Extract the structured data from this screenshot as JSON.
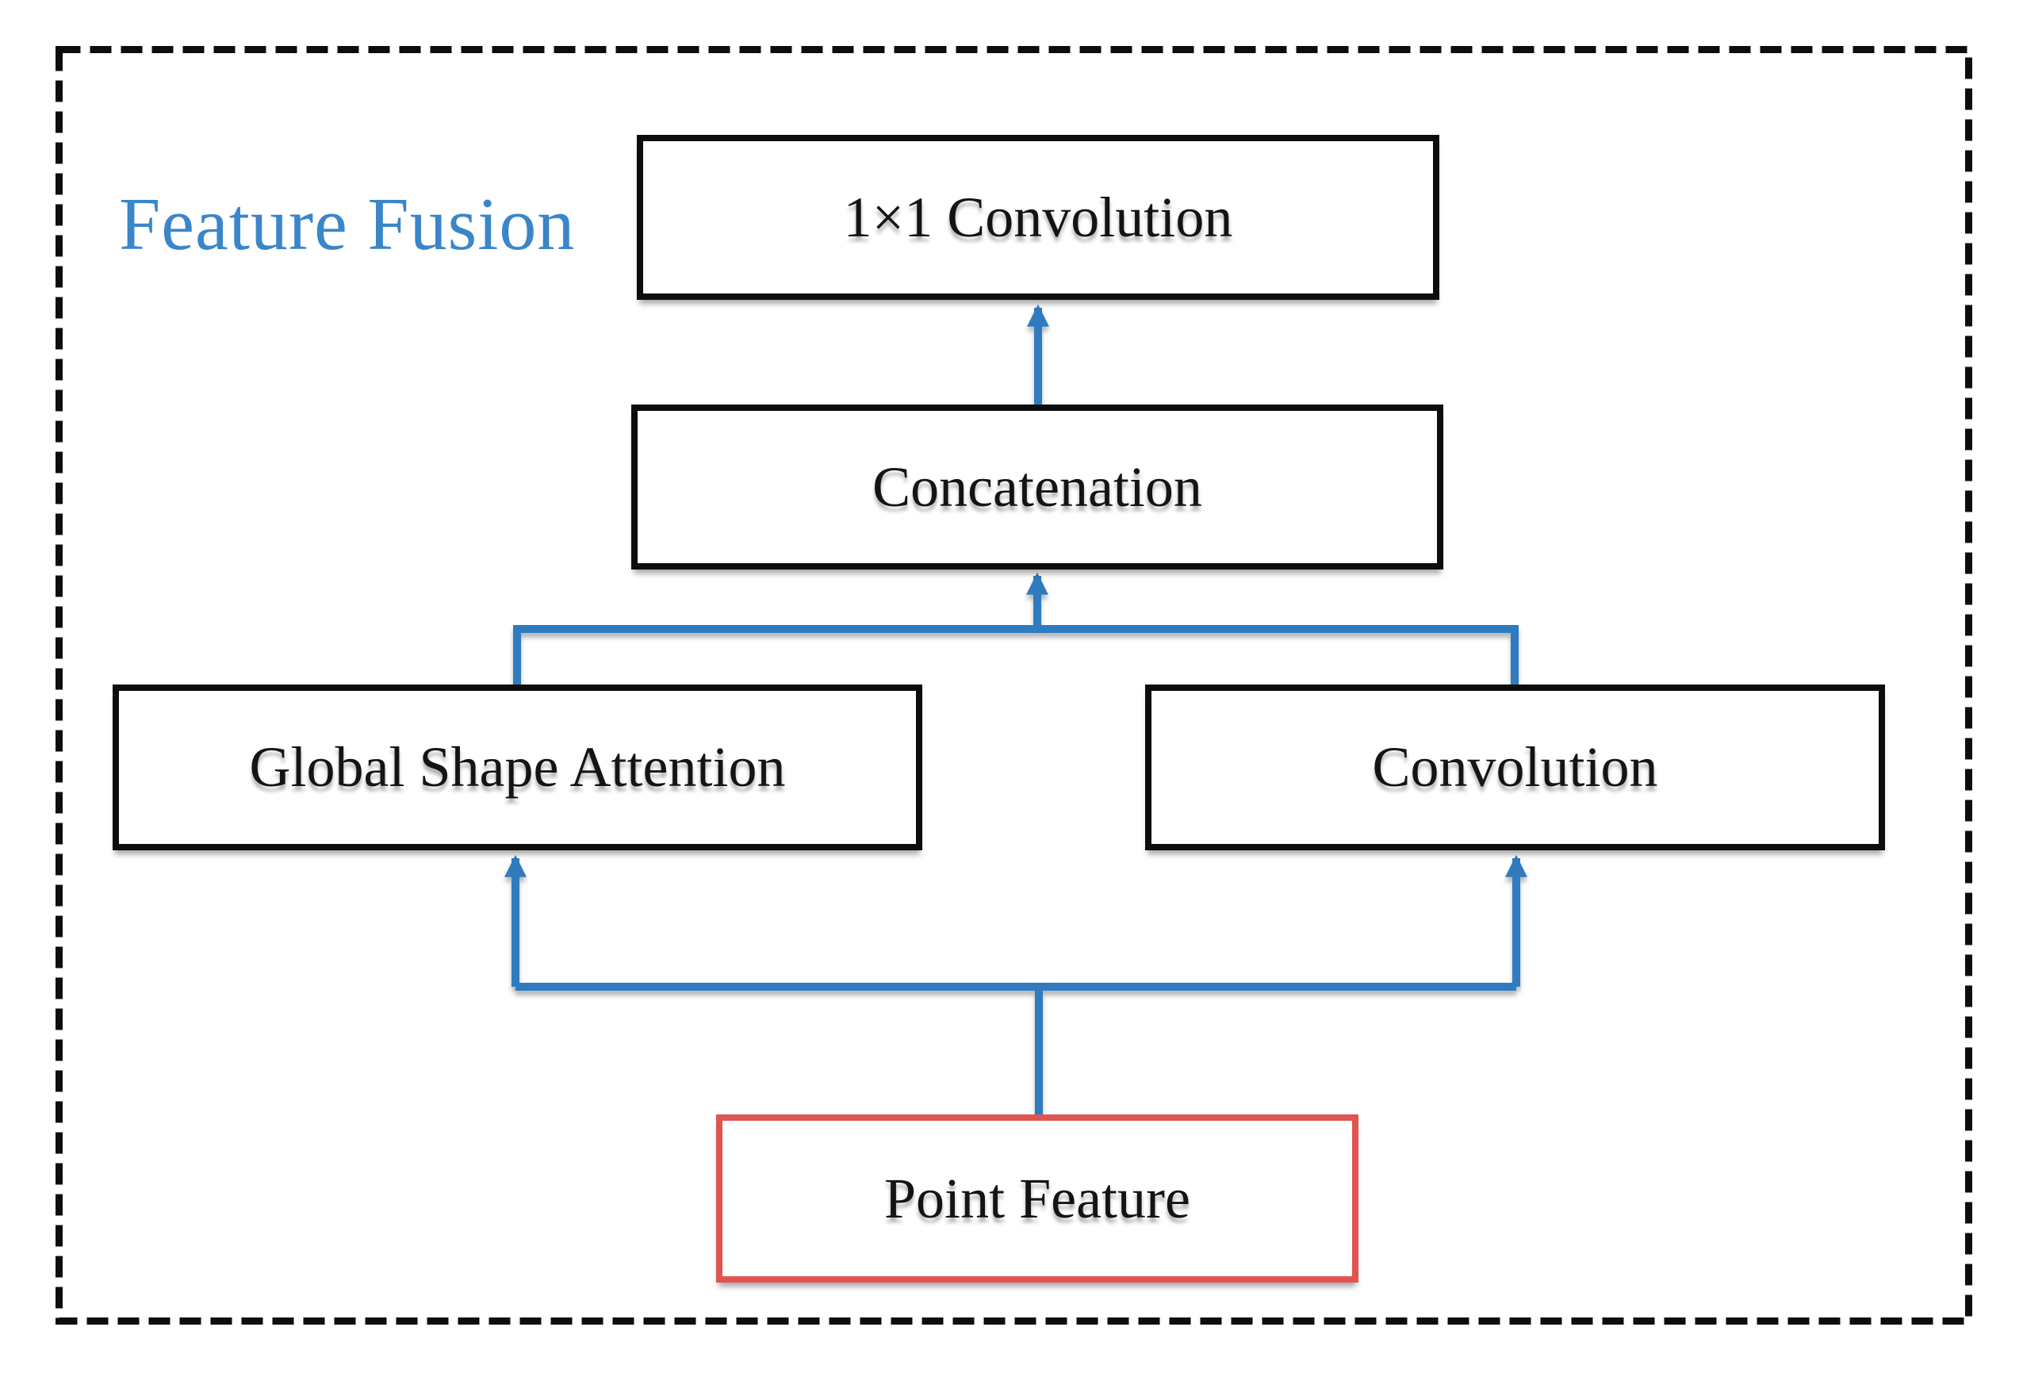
{
  "title": {
    "label": "Feature Fusion"
  },
  "nodes": {
    "conv1x1": {
      "label": "1×1 Convolution"
    },
    "concatenation": {
      "label": "Concatenation"
    },
    "global_shape_attention": {
      "label": "Global Shape Attention"
    },
    "convolution": {
      "label": "Convolution"
    },
    "point_feature": {
      "label": "Point Feature"
    }
  },
  "edges": [
    {
      "from": "point_feature",
      "to": "global_shape_attention"
    },
    {
      "from": "point_feature",
      "to": "convolution"
    },
    {
      "from": "global_shape_attention",
      "to": "concatenation"
    },
    {
      "from": "convolution",
      "to": "concatenation"
    },
    {
      "from": "concatenation",
      "to": "conv1x1"
    }
  ],
  "colors": {
    "accent_blue": "#2e7cbf",
    "title_blue": "#3a86c8",
    "highlight_red": "#e05452",
    "line_black": "#0d0d0d"
  }
}
